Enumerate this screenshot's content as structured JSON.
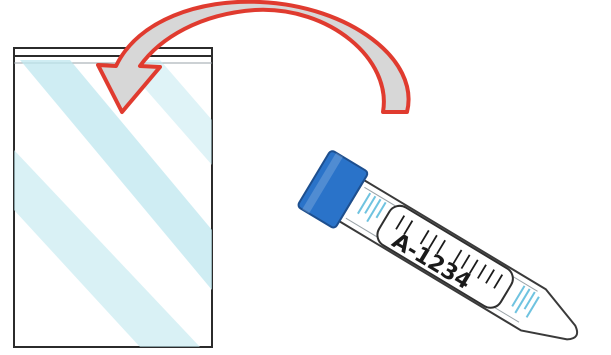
{
  "figure": {
    "tube_label": {
      "barcode_glyphs": "|| ||| ||||||",
      "sample_id": "A-1234"
    },
    "icons": {
      "bag": "resealable-plastic-bag",
      "arrow": "curved-arrow-into-bag",
      "tube": "labeled-centrifuge-tube"
    },
    "colors": {
      "arrow_outline": "#e03b2f",
      "arrow_fill": "#d7d7d7",
      "cap": "#2a73c9",
      "bag_shine": "#bfe7ef",
      "tube_markings": "#6fc3e0"
    }
  }
}
